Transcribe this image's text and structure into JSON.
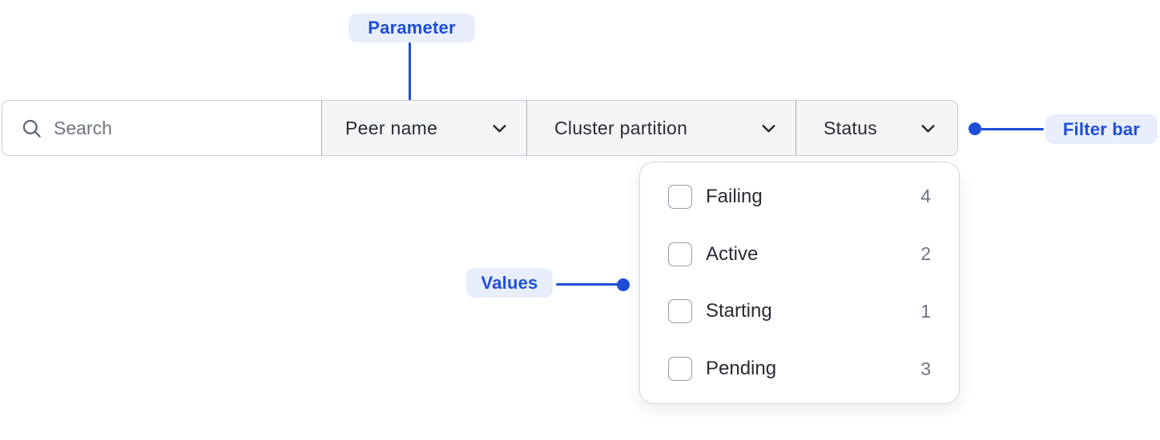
{
  "annotations": {
    "parameter_label": "Parameter",
    "filter_bar_label": "Filter bar",
    "values_label": "Values"
  },
  "filter_bar": {
    "search": {
      "placeholder": "Search",
      "value": "",
      "icon": "search-icon"
    },
    "dropdowns": [
      {
        "label": "Peer name",
        "icon": "chevron-down-icon",
        "expanded": false
      },
      {
        "label": "Cluster partition",
        "icon": "chevron-down-icon",
        "expanded": false
      },
      {
        "label": "Status",
        "icon": "chevron-down-icon",
        "expanded": true
      }
    ]
  },
  "status_dropdown": {
    "options": [
      {
        "label": "Failing",
        "count": "4",
        "checked": false
      },
      {
        "label": "Active",
        "count": "2",
        "checked": false
      },
      {
        "label": "Starting",
        "count": "1",
        "checked": false
      },
      {
        "label": "Pending",
        "count": "3",
        "checked": false
      }
    ]
  },
  "colors": {
    "annotation_blue": "#1d4ed8",
    "annotation_badge_bg": "#e8eefc",
    "bar_border": "#c5cad2",
    "section_divider": "#aab0b8",
    "dropdown_section_bg": "#f5f5f7",
    "text_dark": "#272c35",
    "text_muted": "#6e7480",
    "checkbox_border": "#949ba8",
    "panel_border": "#d3d7dd"
  }
}
